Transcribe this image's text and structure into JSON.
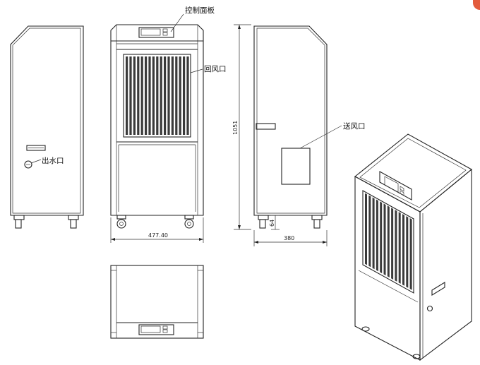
{
  "labels": {
    "control_panel": "控制面板",
    "return_air": "回风口",
    "drain_outlet": "出水口",
    "supply_air": "送风口"
  },
  "dimensions": {
    "width": "477.40",
    "height": "1051",
    "depth": "380",
    "wheel": "64"
  },
  "colors": {
    "line": "#222222",
    "badge": "#e35b3c"
  }
}
